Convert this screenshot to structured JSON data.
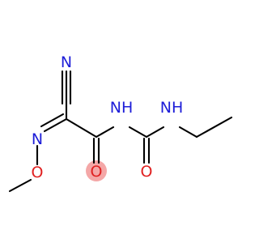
{
  "molecule": {
    "atoms": {
      "nitrile_n": "N",
      "oxime_n": "N",
      "oxime_o": "O",
      "amide_o": "O",
      "nh1": "NH",
      "urea_o": "O",
      "nh2": "NH"
    },
    "colors": {
      "nitrogen": "#1d1dd8",
      "oxygen": "#e02020",
      "bond": "#000000",
      "highlight": "#f08a8a"
    }
  }
}
